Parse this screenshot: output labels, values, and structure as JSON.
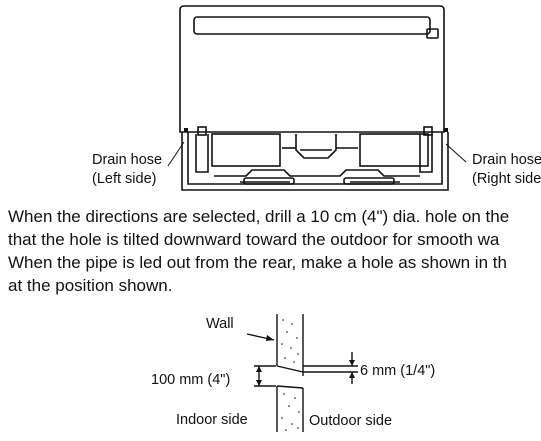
{
  "figure_unit": {
    "label_left_line1": "Drain hose",
    "label_left_line2": "(Left side)",
    "label_right_line1": "Drain hose",
    "label_right_line2": "(Right side)"
  },
  "instructions": {
    "line1": "When the directions are selected, drill a 10 cm (4\") dia. hole on the",
    "line2": "that the hole is tilted downward toward the outdoor for smooth wa",
    "line3": "When the pipe is led out from the rear, make a hole as shown in th",
    "line4": "at the position shown."
  },
  "figure_wall": {
    "wall_label": "Wall",
    "hole_diameter_label": "100 mm (4\")",
    "tilt_label": "6 mm (1/4\")",
    "indoor_label": "Indoor side",
    "outdoor_label": "Outdoor side"
  }
}
